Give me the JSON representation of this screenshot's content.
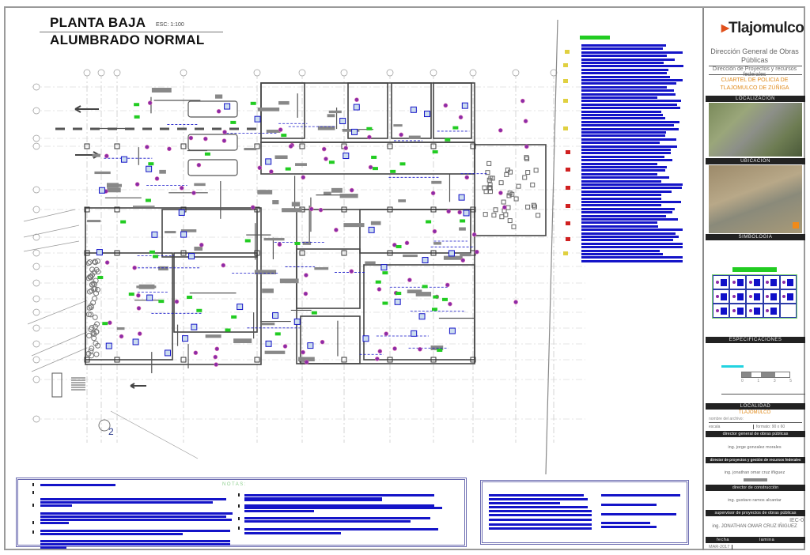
{
  "drawing": {
    "title": "PLANTA BAJA",
    "subtitle": "ALUMBRADO NORMAL",
    "scale": "ESC:  1:100",
    "axis_marker": "2"
  },
  "title_block": {
    "logo": "Tlajomulco",
    "agency": "Dirección General de Obras Públicas",
    "department": "Dirección de Proyectos y recursos federales",
    "project_line1": "CUARTEL DE POLICIA DE",
    "project_line2": "TLAJOMULCO DE ZÚÑIGA",
    "section_location": "LOCALIZACION",
    "section_site": "UBICACION",
    "section_symbols": "SIMBOLOGIA",
    "section_specs": "ESPECIFICACIONES",
    "scale_labels": [
      "0",
      "1",
      "3",
      "5"
    ],
    "section_locality": "LOCALIDAD",
    "locality": "TLAJOMULCO",
    "file_name_label": "nombre del archivo:",
    "scale_label": "escala",
    "format_label": "formato:  90 x 60",
    "role1": "director general de obras públicas",
    "name1": "ing. jorge gonzalez morales",
    "role2": "director de proyectos y gestión de recursos federales",
    "name2": "ing. jonathan omar cruz iñiguez",
    "role3": "director de construcción",
    "name3": "ing. gustavo ramos alcantar",
    "role4": "supervisor de proyectos de obras públicas",
    "sheet_code": "IEC-0",
    "name4": "ing. JONATHAN OMAR CRUZ IÑIGUEZ",
    "date_label": "fecha",
    "sheet_label": "lamina",
    "date": "MAR-2017"
  },
  "notes": {
    "title": "NOTAS:"
  },
  "colors": {
    "wiring": "#1414c8",
    "fixture": "#8a2ba8",
    "tag": "#22cc22",
    "accent": "#e08a1a"
  }
}
